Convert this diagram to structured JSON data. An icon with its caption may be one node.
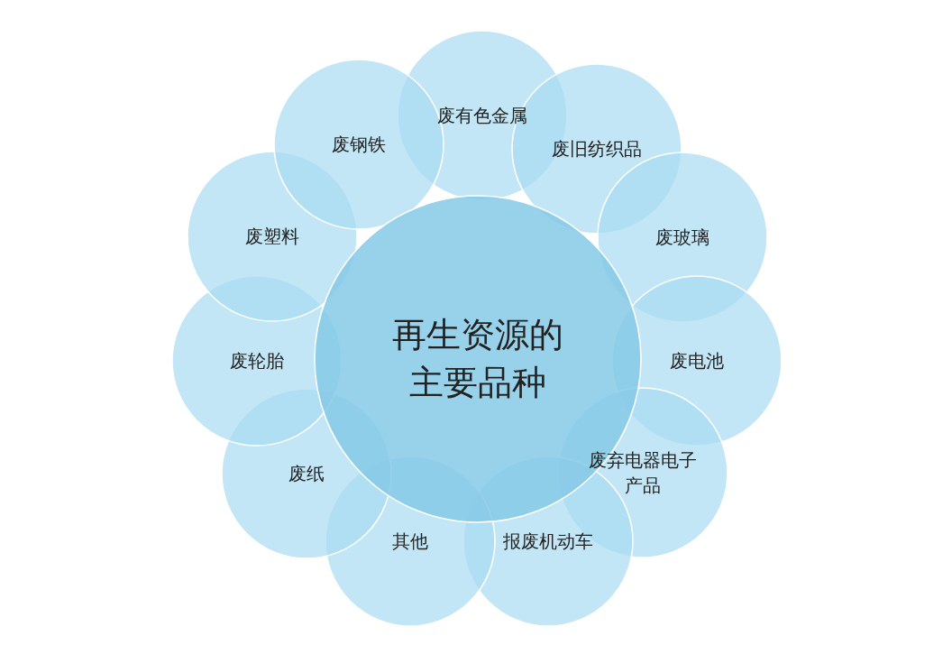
{
  "diagram": {
    "nodes": [
      {
        "text": [
          "再生资源的主要品种"
        ]
      },
      {
        "text": [
          "废有色金属"
        ]
      },
      {
        "text": [
          "废旧纺织品"
        ]
      },
      {
        "text": [
          "废玻璃"
        ]
      },
      {
        "text": [
          "废电池"
        ]
      },
      {
        "text": [
          "废弃电器电子产品"
        ]
      },
      {
        "text": [
          "报废机动车"
        ]
      },
      {
        "text": [
          "其他"
        ]
      },
      {
        "text": [
          "废纸"
        ]
      },
      {
        "text": [
          "废轮胎"
        ]
      },
      {
        "text": [
          "废塑料"
        ]
      },
      {
        "text": [
          "废钢铁"
        ]
      }
    ],
    "edges": []
  }
}
